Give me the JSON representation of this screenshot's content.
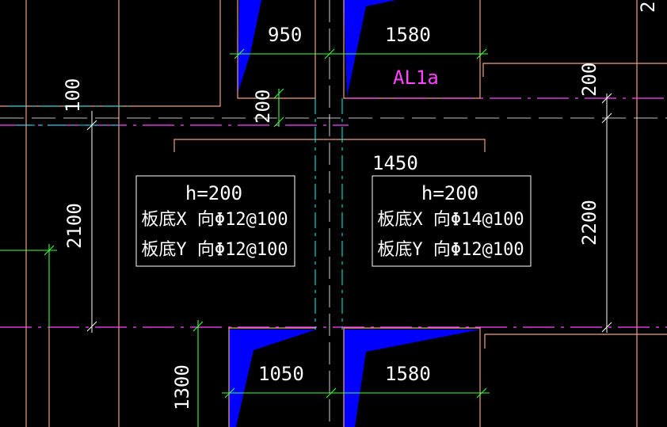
{
  "colors": {
    "background": "#000000",
    "dimension": "#ffffff",
    "grid_line_pink": "#ff44ff",
    "grid_line_cyan": "#00e6e6",
    "extension_green": "#3cff3c",
    "outline_tan": "#f0a080",
    "fill_blue": "#0000ff",
    "beam_label": "#ff44ff",
    "text": "#ffffff"
  },
  "dimensions": {
    "top_left_width": "950",
    "top_right_width": "1580",
    "bottom_left_width": "1050",
    "bottom_right_width": "1580",
    "mid_span": "1450",
    "left_gap": "100",
    "short_gap": "200",
    "right_gap_top": "200",
    "left_height": "2100",
    "right_height": "2200",
    "bottom_left_height": "1300",
    "edge_digit": "2"
  },
  "beam_label": "AL1a",
  "slabs": [
    {
      "thickness": "h=200",
      "bottom_x": "板底X 向Φ12@100",
      "bottom_y": "板底Y 向Φ12@100"
    },
    {
      "thickness": "h=200",
      "bottom_x": "板底X 向Φ14@100",
      "bottom_y": "板底Y 向Φ12@100"
    }
  ]
}
